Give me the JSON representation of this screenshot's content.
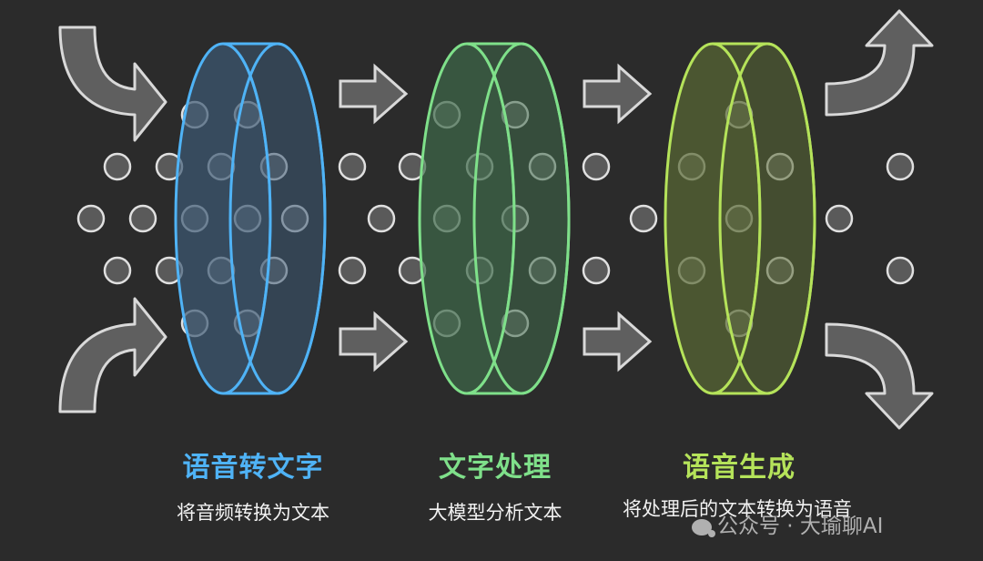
{
  "stages": [
    {
      "title": "语音转文字",
      "description": "将音频转换为文本",
      "color": "#4fb3f6",
      "fill": "#3d5a75"
    },
    {
      "title": "文字处理",
      "description": "大模型分析文本",
      "color": "#7fe08a",
      "fill": "#3f6a4a"
    },
    {
      "title": "语音生成",
      "description": "将处理后的文本转换为语音",
      "color": "#b5e35a",
      "fill": "#5a6a35"
    }
  ],
  "colors": {
    "background": "#2b2b2b",
    "arrow": "#5f5f5f",
    "arrow_stroke": "#d9d9d9",
    "dot": "#5a5a5a",
    "dot_stroke": "#e0e0e0"
  },
  "icons": [
    "curved-arrow-in-top-icon",
    "curved-arrow-in-bottom-icon",
    "straight-arrow-icon",
    "curved-arrow-out-top-icon",
    "curved-arrow-out-bottom-icon"
  ],
  "watermark": {
    "text": "公众号 · 大瑜聊AI",
    "icon": "wechat-icon"
  }
}
